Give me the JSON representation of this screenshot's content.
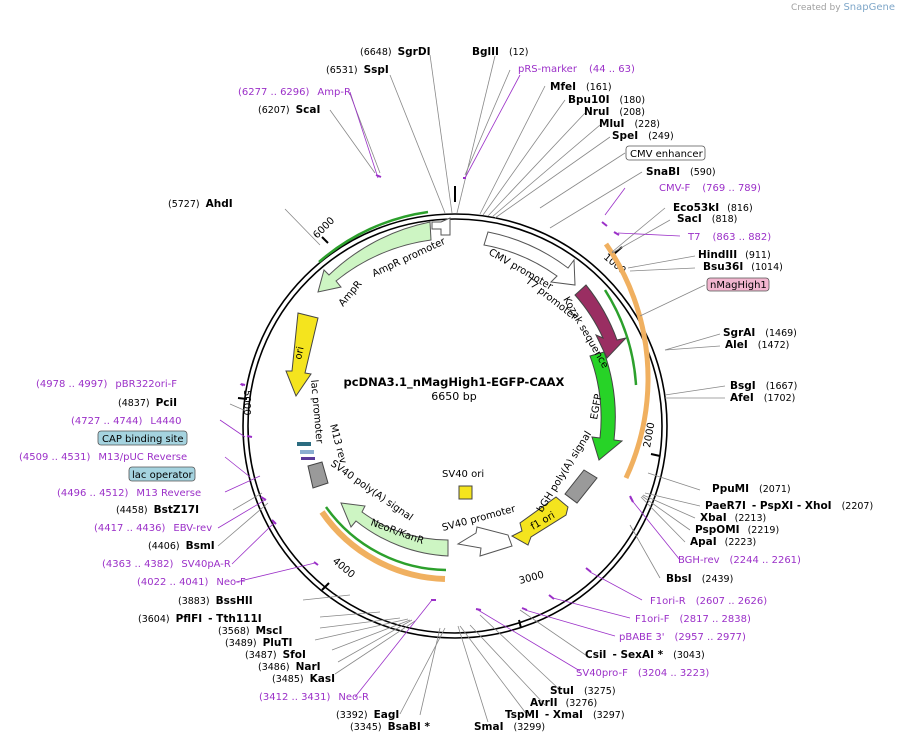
{
  "credit": {
    "prefix": "Created by",
    "brand": "SnapGene"
  },
  "plasmid": {
    "name": "pcDNA3.1_nMagHigh1-EGFP-CAAX",
    "size_label": "6650 bp",
    "length": 6650
  },
  "colors": {
    "primer": "#9b30c8",
    "backbone": "#000000",
    "orf_green": "#cdf5c3",
    "promoter": "#ffffff",
    "nmag": "#9a2e62",
    "egfp": "#27d327",
    "ori": "#f4e41e",
    "polyA": "#9a9a9a",
    "orange": "#f0b060"
  },
  "ticks": [
    "1000",
    "2000",
    "3000",
    "4000",
    "5000",
    "6000"
  ],
  "enzymes": [
    {
      "name": "SgrDI",
      "pos": "(6648)"
    },
    {
      "name": "BglII",
      "pos": "(12)"
    },
    {
      "name": "SspI",
      "pos": "(6531)"
    },
    {
      "name": "MfeI",
      "pos": "(161)"
    },
    {
      "name": "Bpu10I",
      "pos": "(180)"
    },
    {
      "name": "NruI",
      "pos": "(208)"
    },
    {
      "name": "MluI",
      "pos": "(228)"
    },
    {
      "name": "SpeI",
      "pos": "(249)"
    },
    {
      "name": "ScaI",
      "pos": "(6207)"
    },
    {
      "name": "SnaBI",
      "pos": "(590)"
    },
    {
      "name": "AhdI",
      "pos": "(5727)"
    },
    {
      "name": "Eco53kI",
      "pos": "(816)"
    },
    {
      "name": "SacI",
      "pos": "(818)"
    },
    {
      "name": "HindIII",
      "pos": "(911)"
    },
    {
      "name": "Bsu36I",
      "pos": "(1014)"
    },
    {
      "name": "SgrAI",
      "pos": "(1469)"
    },
    {
      "name": "AleI",
      "pos": "(1472)"
    },
    {
      "name": "BsgI",
      "pos": "(1667)"
    },
    {
      "name": "AfeI",
      "pos": "(1702)"
    },
    {
      "name": "PciI",
      "pos": "(4837)"
    },
    {
      "name": "BstZ17I",
      "pos": "(4458)"
    },
    {
      "name": "BsmI",
      "pos": "(4406)"
    },
    {
      "name": "PpuMI",
      "pos": "(2071)"
    },
    {
      "name": "PaeR7I",
      "pos": "- PspXI - XhoI",
      "extra": "(2207)"
    },
    {
      "name": "XbaI",
      "pos": "(2213)"
    },
    {
      "name": "PspOMI",
      "pos": "(2219)"
    },
    {
      "name": "ApaI",
      "pos": "(2223)"
    },
    {
      "name": "BbsI",
      "pos": "(2439)"
    },
    {
      "name": "BssHII",
      "pos": "(3883)"
    },
    {
      "name": "PflFI",
      "pos": "(3604)",
      "extra": "- Tth111I"
    },
    {
      "name": "MscI",
      "pos": "(3568)"
    },
    {
      "name": "PluTI",
      "pos": "(3489)"
    },
    {
      "name": "SfoI",
      "pos": "(3487)"
    },
    {
      "name": "NarI",
      "pos": "(3486)"
    },
    {
      "name": "KasI",
      "pos": "(3485)"
    },
    {
      "name": "CsiI",
      "pos": "- SexAI *",
      "extra": "(3043)"
    },
    {
      "name": "StuI",
      "pos": "(3275)"
    },
    {
      "name": "AvrII",
      "pos": "(3276)"
    },
    {
      "name": "TspMI",
      "pos": "- XmaI",
      "extra": "(3297)"
    },
    {
      "name": "EagI",
      "pos": "(3392)"
    },
    {
      "name": "BsaBI *",
      "pos": "(3345)"
    },
    {
      "name": "SmaI",
      "pos": "(3299)"
    }
  ],
  "primers": [
    {
      "name": "pRS-marker",
      "range": "(44 .. 63)"
    },
    {
      "name": "Amp-R",
      "range": "(6277 .. 6296)"
    },
    {
      "name": "CMV-F",
      "range": "(769 .. 789)"
    },
    {
      "name": "T7",
      "range": "(863 .. 882)"
    },
    {
      "name": "pBR322ori-F",
      "range": "(4978 .. 4997)"
    },
    {
      "name": "L4440",
      "range": "(4727 .. 4744)"
    },
    {
      "name": "M13/pUC Reverse",
      "range": "(4509 .. 4531)"
    },
    {
      "name": "M13 Reverse",
      "range": "(4496 .. 4512)"
    },
    {
      "name": "EBV-rev",
      "range": "(4417 .. 4436)"
    },
    {
      "name": "SV40pA-R",
      "range": "(4363 .. 4382)"
    },
    {
      "name": "Neo-F",
      "range": "(4022 .. 4041)"
    },
    {
      "name": "BGH-rev",
      "range": "(2244 .. 2261)"
    },
    {
      "name": "F1ori-R",
      "range": "(2607 .. 2626)"
    },
    {
      "name": "F1ori-F",
      "range": "(2817 .. 2838)"
    },
    {
      "name": "pBABE 3'",
      "range": "(2957 .. 2977)"
    },
    {
      "name": "SV40pro-F",
      "range": "(3204 .. 3223)"
    },
    {
      "name": "Neo-R",
      "range": "(3412 .. 3431)"
    }
  ],
  "boxed_labels": {
    "cmv_enhancer": "CMV enhancer",
    "nmaghigh1": "nMagHigh1",
    "cap": "CAP binding site",
    "lac_operator": "lac operator"
  },
  "features": {
    "cmv_promoter": "CMV promoter",
    "t7_promoter": "T7 promoter",
    "kozak": "Kozak sequence",
    "egfp": "EGFP",
    "bgh": "bGH poly(A) signal",
    "f1ori": "f1 ori",
    "sv40_promoter": "SV40 promoter",
    "sv40_ori": "SV40 ori",
    "neor": "NeoR/KanR",
    "sv40pa": "SV40 poly(A) signal",
    "m13rev": "M13 rev",
    "lac_promoter": "lac promoter",
    "ori": "ori",
    "ampr": "AmpR",
    "ampr_promoter": "AmpR promoter"
  }
}
